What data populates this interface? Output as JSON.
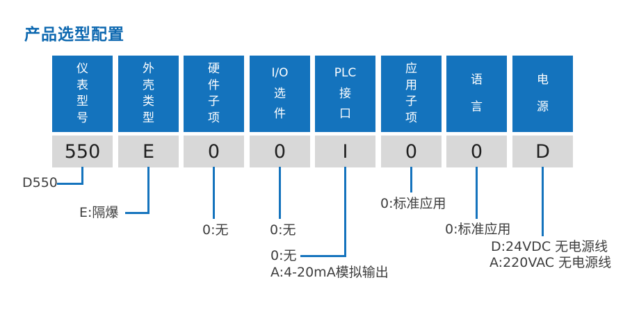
{
  "title": "产品选型配置",
  "colors": {
    "primary_blue": "#1473bd",
    "title_blue": "#0d68b0",
    "value_box_gray": "#d8d8d8",
    "label_text": "#3d3d3d"
  },
  "columns": [
    {
      "name": "仪表型号",
      "header_lines": [
        "仪",
        "表",
        "型",
        "号"
      ],
      "value": "550"
    },
    {
      "name": "外壳类型",
      "header_lines": [
        "外",
        "壳",
        "类",
        "型"
      ],
      "value": "E"
    },
    {
      "name": "硬件子项",
      "header_lines": [
        "硬",
        "件",
        "子",
        "项"
      ],
      "value": "0"
    },
    {
      "name": "I/O选件",
      "header_lines": [
        "I/O",
        "选",
        "件"
      ],
      "value": "0"
    },
    {
      "name": "PLC接口",
      "header_lines": [
        "PLC",
        "接",
        "口"
      ],
      "value": "I"
    },
    {
      "name": "应用子项",
      "header_lines": [
        "应",
        "用",
        "子",
        "项"
      ],
      "value": "0"
    },
    {
      "name": "语言",
      "header_lines": [
        "语",
        "言"
      ],
      "value": "0"
    },
    {
      "name": "电源",
      "header_lines": [
        "电",
        "源"
      ],
      "value": "D"
    }
  ],
  "annotations": {
    "model": "D550",
    "housing": "E:隔爆",
    "hardware": "0:无",
    "io": "0:无",
    "plc_line1": "0:无",
    "plc_line2": "A:4-20mA模拟输出",
    "application": "0:标准应用",
    "language": "0:标准应用",
    "power_line1": "D:24VDC 无电源线",
    "power_line2": "A:220VAC 无电源线"
  }
}
